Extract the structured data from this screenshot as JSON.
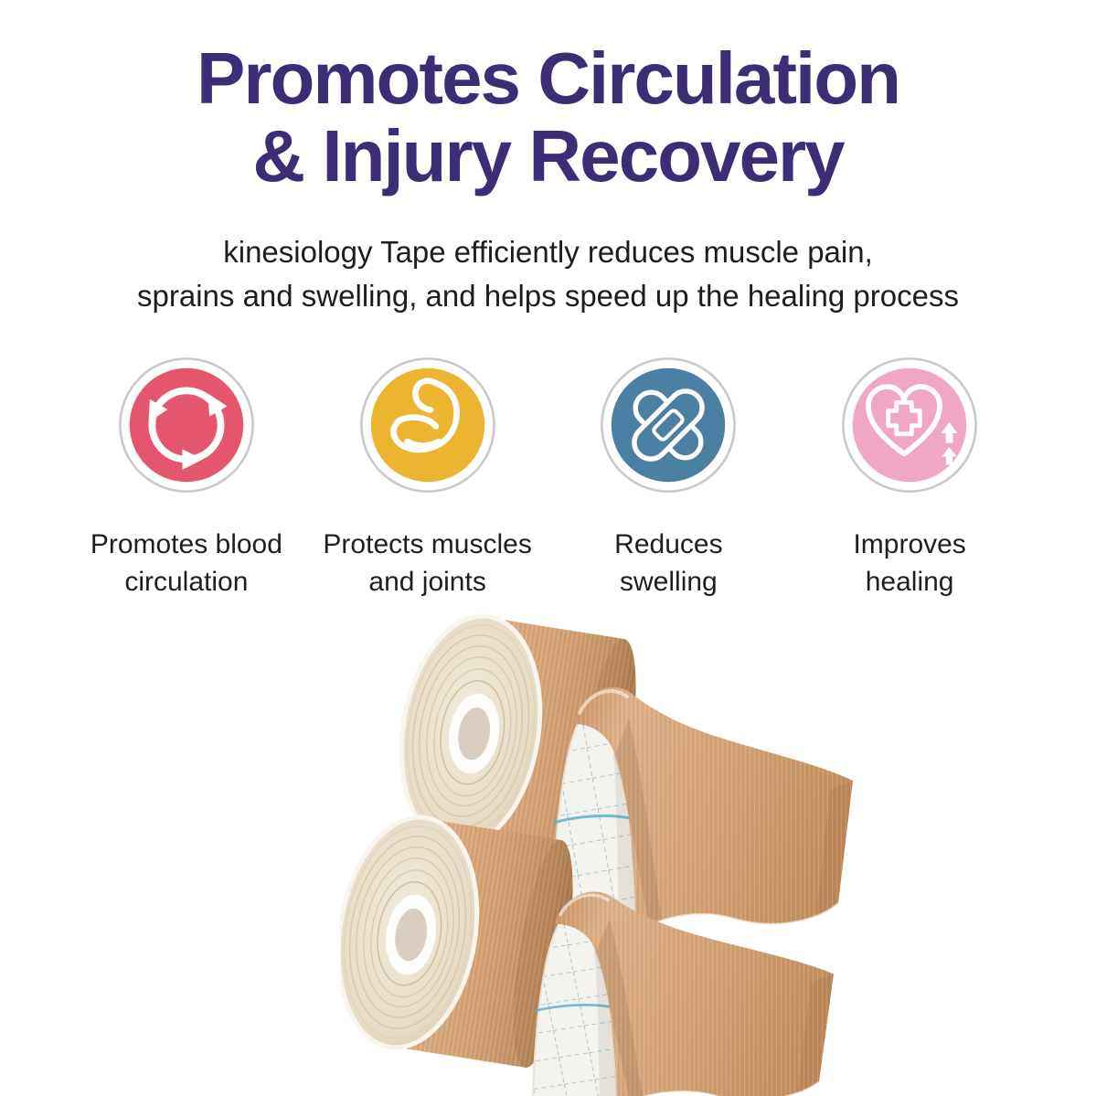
{
  "header": {
    "title": "Promotes Circulation\n& Injury Recovery",
    "subtitle": "kinesiology Tape efficiently reduces muscle pain,\nsprains and swelling, and helps speed up the healing process"
  },
  "benefits": [
    {
      "icon": "circulation-arrows-icon",
      "color": "#e4566e",
      "label": "Promotes blood\ncirculation"
    },
    {
      "icon": "flexed-bicep-icon",
      "color": "#ecb42f",
      "label": "Protects muscles\nand joints"
    },
    {
      "icon": "crossed-bandages-icon",
      "color": "#4a80a4",
      "label": "Reduces\nswelling"
    },
    {
      "icon": "heart-cross-icon",
      "color": "#f2a6c5",
      "label": "Improves\nhealing"
    }
  ],
  "product_photo": {
    "subject": "two beige kinesiology tape rolls with unrolled strips showing blue grid backing paper",
    "tape_color": "#d2a173",
    "backing_color": "#f4f2ed",
    "grid_line_color": "#85bdd8"
  },
  "colors": {
    "background": "#ffffff",
    "title_text": "#3d2d76",
    "body_text": "#1d1d1b",
    "icon_ring": "#c9c9c9"
  }
}
